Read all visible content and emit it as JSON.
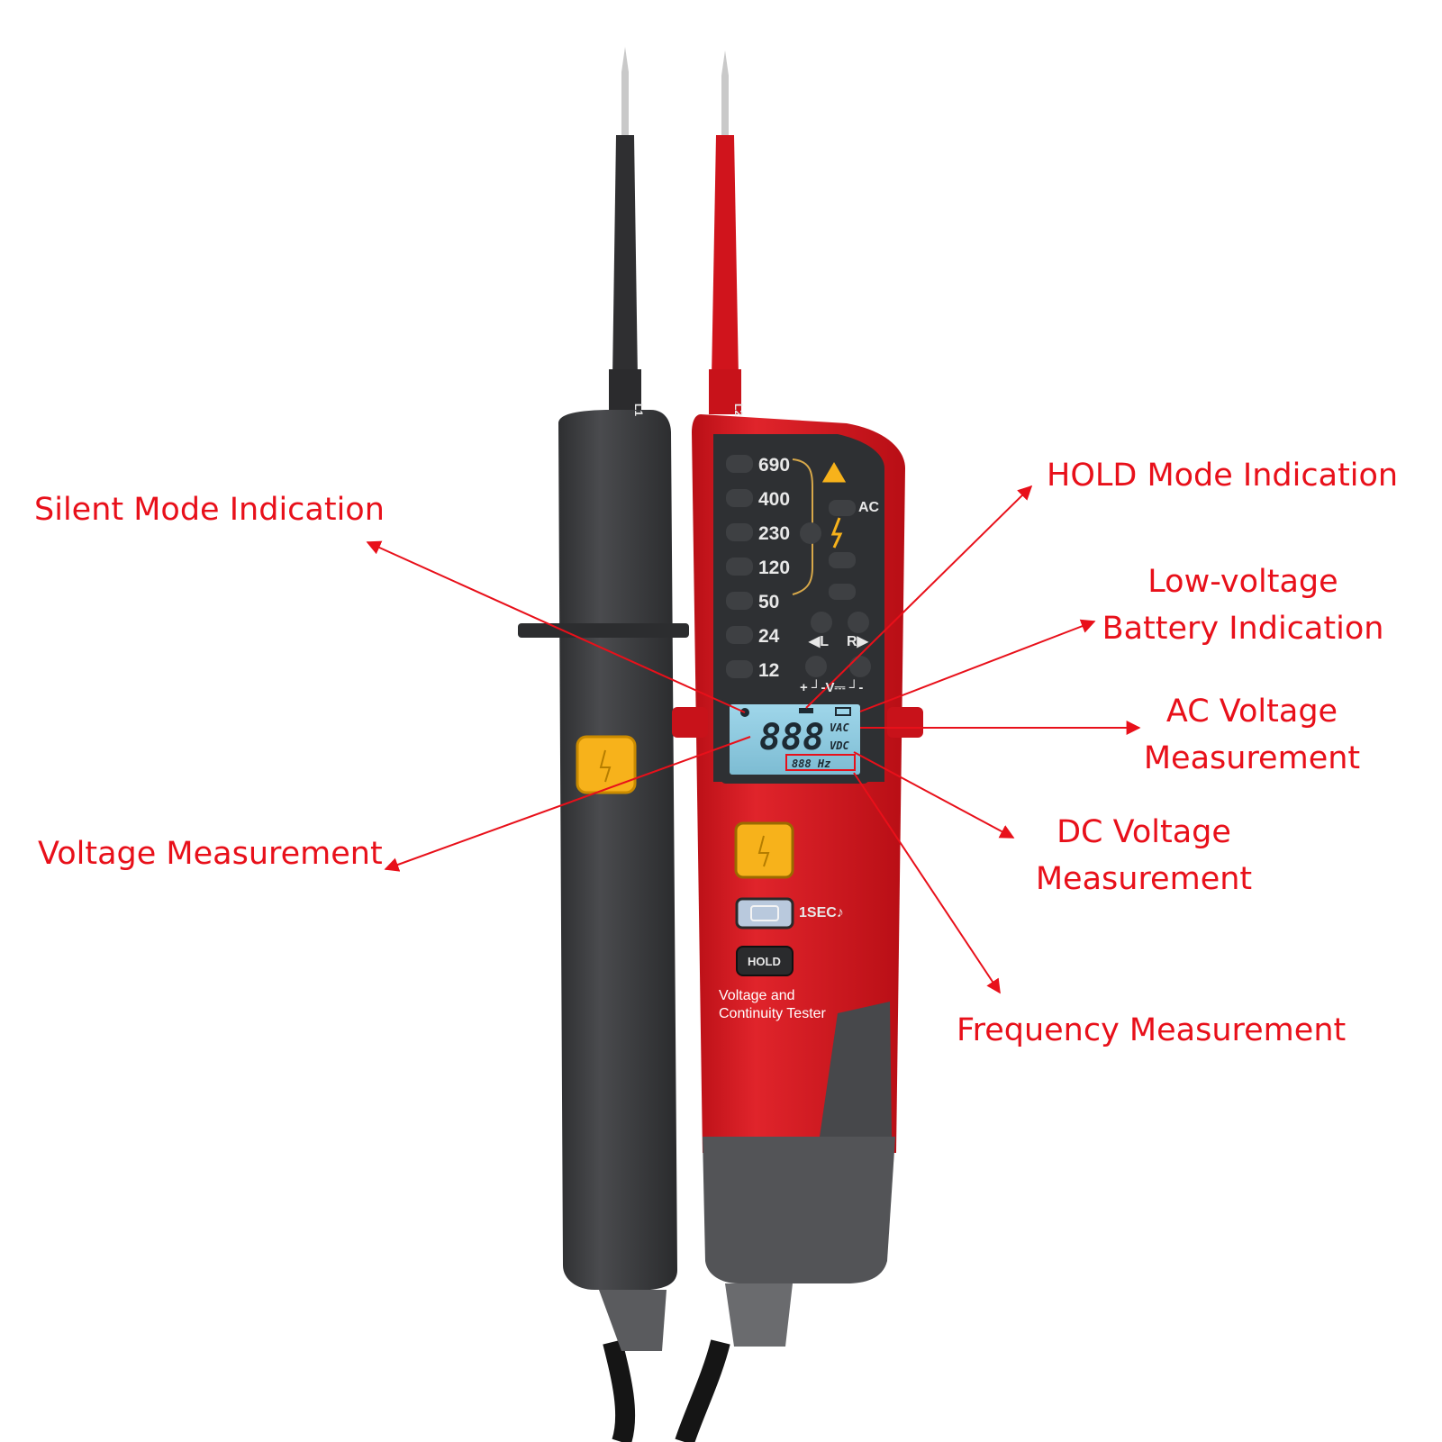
{
  "annotations": {
    "silent_mode": "Silent Mode Indication",
    "hold_mode": "HOLD Mode Indication",
    "low_voltage_line1": "Low-voltage",
    "low_voltage_line2": "Battery Indication",
    "ac_voltage_line1": "AC Voltage",
    "ac_voltage_line2": "Measurement",
    "voltage_measurement": "Voltage Measurement",
    "dc_voltage_line1": "DC Voltage",
    "dc_voltage_line2": "Measurement",
    "frequency_measurement": "Frequency Measurement"
  },
  "device": {
    "probe_left_mark": "L1",
    "probe_right_mark": "L2",
    "voltage_scale": [
      "690",
      "400",
      "230",
      "120",
      "50",
      "24",
      "12"
    ],
    "ac_label": "AC",
    "phase_left_label": "◀L",
    "phase_right_label": "R▶",
    "polarity_label": "+ ┘-V⎓ ┘-",
    "lcd_digits": "888",
    "lcd_vac": "VAC",
    "lcd_vdc": "VDC",
    "lcd_freq": "888 Hz",
    "sec_label": "1SEC♪",
    "hold_label": "HOLD",
    "name_line1": "Voltage and",
    "name_line2": "Continuity Tester"
  },
  "colors": {
    "annotation": "#e8101a",
    "device_red": "#d8161e",
    "device_grey": "#3f4043",
    "lcd": "#8ec9df",
    "button_yellow": "#f7b21b"
  }
}
